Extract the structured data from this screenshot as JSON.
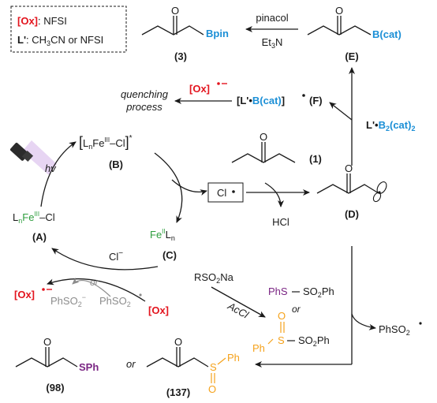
{
  "colors": {
    "black": "#1a1a1a",
    "red": "#e3141e",
    "blue": "#1b8fd6",
    "green": "#2e9e3e",
    "purple": "#7a2583",
    "orange": "#f5a21b",
    "gray": "#8c8c8c"
  },
  "legend": {
    "ox_key": "[Ox]",
    "ox_value": ": NFSI",
    "l_key": "L'",
    "l_value_a": ": CH",
    "l_value_sub3": "3",
    "l_value_b": "CN or NFSI"
  },
  "labels": {
    "c3": "(3)",
    "cE": "(E)",
    "cB": "(B)",
    "cA": "(A)",
    "cC": "(C)",
    "cD": "(D)",
    "c1": "(1)",
    "c98": "98",
    "c137": "(137)",
    "cF": "(F)"
  },
  "reagents": {
    "pinacol": "pinacol",
    "et3n_a": "Et",
    "et3n_sub": "3",
    "et3n_b": "N",
    "bpin": "Bpin",
    "bcat": "B(cat)",
    "l_b2cat2_a": "L'•",
    "l_b2cat2_b": "B",
    "l_b2cat2_sub": "2",
    "l_b2cat2_c": "(cat)",
    "l_b2cat2_sub2": "2",
    "quench_1": "quenching",
    "quench_2": "process",
    "ox_radical": "[Ox]",
    "f_open": "[L'•",
    "f_bcat": "B(cat)",
    "f_close": "]",
    "hv": "hv",
    "cl_radical": "Cl",
    "hcl": "HCl",
    "cl_minus": "Cl",
    "or": "or",
    "rso2na": "RSO",
    "rso2na_sub": "2",
    "rso2na_b": "Na",
    "acci": "AcCl",
    "phs": "PhS",
    "so2ph": "SO",
    "so2ph_sub": "2",
    "so2ph_b": "Ph",
    "ph": "Ph",
    "s": "S",
    "o": "O",
    "phso2_a": "PhSO",
    "phso2_sub": "2",
    "sph": "SPh"
  },
  "iron": {
    "lnfe_L": "L",
    "lnfe_n": "n",
    "lnfe_Fe": "Fe",
    "lnfe_ox": "III",
    "lnfe_tail": "–Cl",
    "fe2_Fe": "Fe",
    "fe2_ox": "II",
    "fe2_L": "L",
    "fe2_n": "n"
  }
}
